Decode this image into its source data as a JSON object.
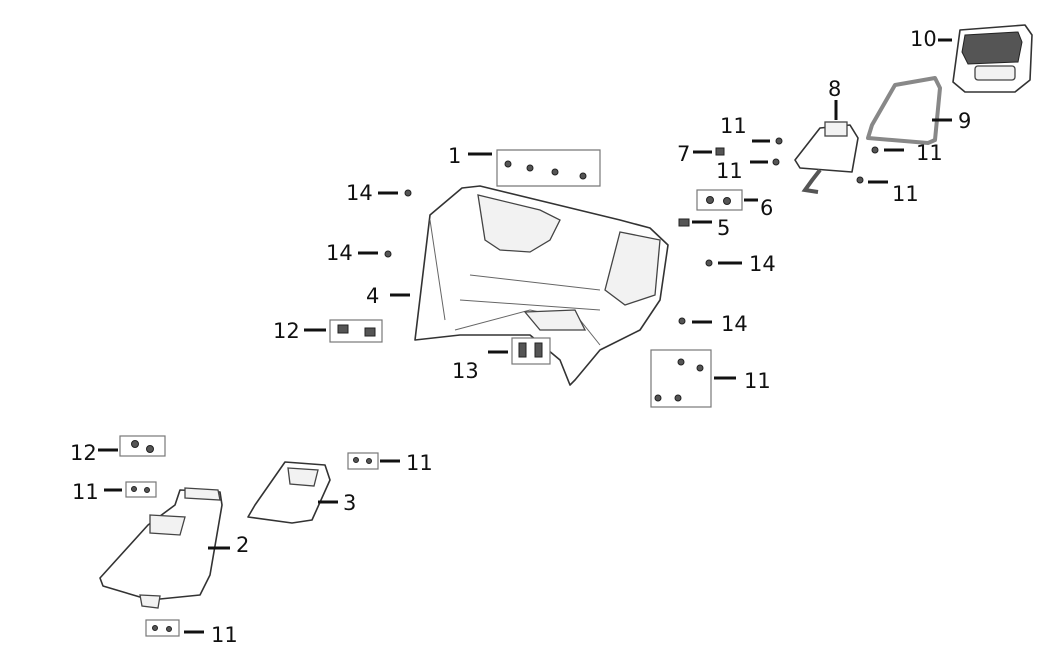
{
  "diagram": {
    "type": "exploded-parts-diagram",
    "callouts": [
      {
        "id": "c10a",
        "label": "10"
      },
      {
        "id": "c8",
        "label": "8"
      },
      {
        "id": "c9",
        "label": "9"
      },
      {
        "id": "c11a",
        "label": "11"
      },
      {
        "id": "c7",
        "label": "7"
      },
      {
        "id": "c11b",
        "label": "11"
      },
      {
        "id": "c11c",
        "label": "11"
      },
      {
        "id": "c11d",
        "label": "11"
      },
      {
        "id": "c6",
        "label": "6"
      },
      {
        "id": "c5",
        "label": "5"
      },
      {
        "id": "c1",
        "label": "1"
      },
      {
        "id": "c14a",
        "label": "14"
      },
      {
        "id": "c14b",
        "label": "14"
      },
      {
        "id": "c14c",
        "label": "14"
      },
      {
        "id": "c4",
        "label": "4"
      },
      {
        "id": "c14d",
        "label": "14"
      },
      {
        "id": "c12a",
        "label": "12"
      },
      {
        "id": "c13",
        "label": "13"
      },
      {
        "id": "c11e",
        "label": "11"
      },
      {
        "id": "c12b",
        "label": "12"
      },
      {
        "id": "c11f",
        "label": "11"
      },
      {
        "id": "c11g",
        "label": "11"
      },
      {
        "id": "c3",
        "label": "3"
      },
      {
        "id": "c2",
        "label": "2"
      },
      {
        "id": "c11h",
        "label": "11"
      }
    ]
  }
}
